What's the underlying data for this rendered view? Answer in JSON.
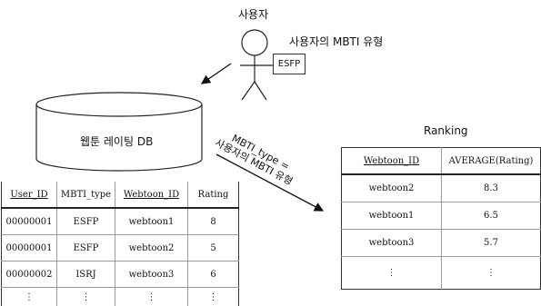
{
  "user": {
    "title": "사용자",
    "mbti_label": "사용자의 MBTI 유형",
    "mbti_value": "ESFP"
  },
  "database": {
    "label": "웹툰 레이팅 DB"
  },
  "arrow_label": {
    "line1": "MBTI_type =",
    "line2": "사용자의 MBTI 유형"
  },
  "rating_table": {
    "headers": [
      "User_ID",
      "MBTI_type",
      "Webtoon_ID",
      "Rating"
    ],
    "rows": [
      [
        "00000001",
        "ESFP",
        "webtoon1",
        "8"
      ],
      [
        "00000001",
        "ESFP",
        "webtoon2",
        "5"
      ],
      [
        "00000002",
        "ISRJ",
        "webtoon3",
        "6"
      ],
      [
        "⋮",
        "⋮",
        "⋮",
        "⋮"
      ]
    ]
  },
  "ranking": {
    "title": "Ranking",
    "headers": [
      "Webtoon_ID",
      "AVERAGE(Rating)"
    ],
    "rows": [
      [
        "webtoon2",
        "8.3"
      ],
      [
        "webtoon1",
        "6.5"
      ],
      [
        "webtoon3",
        "5.7"
      ],
      [
        "⋮",
        "⋮"
      ]
    ]
  }
}
